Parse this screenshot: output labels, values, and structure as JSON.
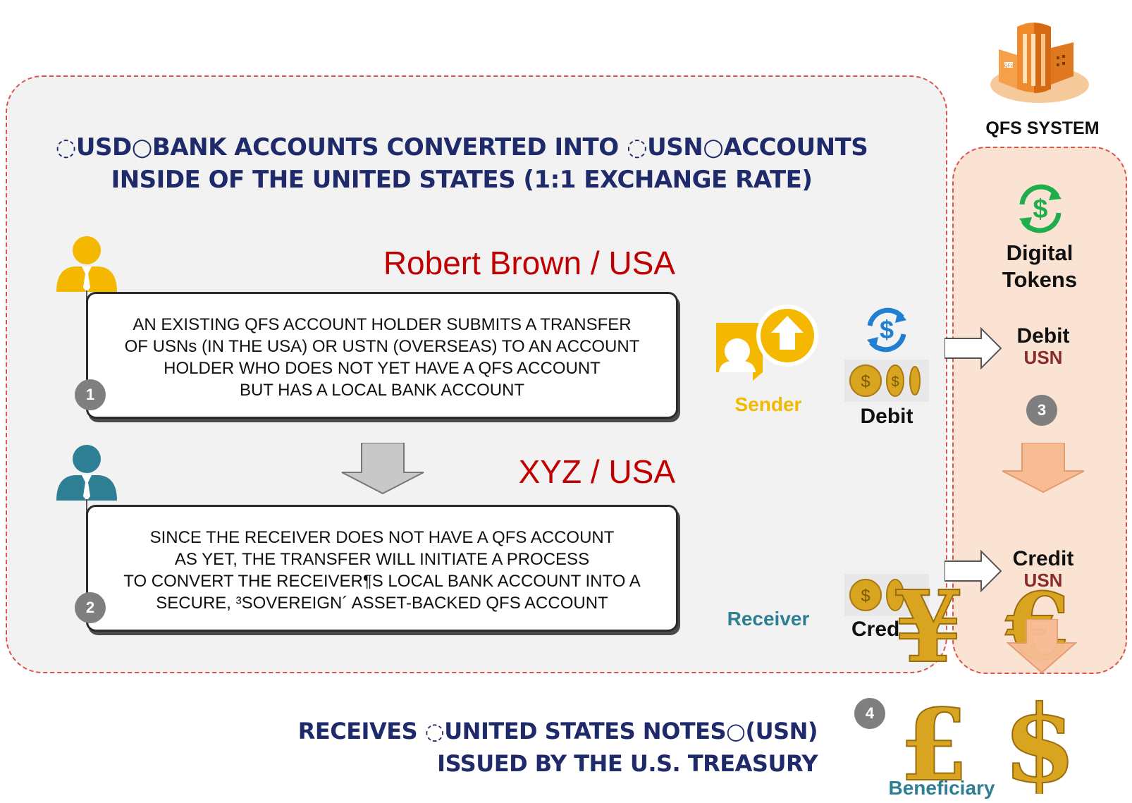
{
  "top_title": {
    "line1": "◌USD○BANK ACCOUNTS CONVERTED INTO ◌USN○ACCOUNTS",
    "line2": "INSIDE OF THE UNITED STATES (1:1 EXCHANGE RATE)"
  },
  "sender_name": "Robert Brown / USA",
  "receiver_name": "XYZ / USA",
  "step1": {
    "number": "1",
    "lines": [
      "AN EXISTING QFS ACCOUNT HOLDER SUBMITS A TRANSFER",
      "OF USNs (IN THE USA) OR USTN (OVERSEAS) TO AN ACCOUNT",
      "HOLDER WHO DOES NOT YET HAVE A QFS ACCOUNT",
      "BUT HAS A LOCAL BANK ACCOUNT"
    ]
  },
  "step2": {
    "number": "2",
    "lines": [
      "SINCE THE RECEIVER DOES NOT HAVE A QFS ACCOUNT",
      "AS YET, THE TRANSFER WILL INITIATE A PROCESS",
      "TO CONVERT THE RECEIVER¶S LOCAL BANK ACCOUNT INTO A",
      "SECURE, ³SOVEREIGN´ ASSET-BACKED QFS ACCOUNT"
    ]
  },
  "step3": {
    "number": "3"
  },
  "step4": {
    "number": "4"
  },
  "labels": {
    "sender": "Sender",
    "receiver": "Receiver",
    "debit": "Debit",
    "credit": "Cred",
    "beneficiary": "Beneficiary"
  },
  "qfs": {
    "system_label": "QFS SYSTEM",
    "tokens_line1": "Digital",
    "tokens_line2": "Tokens",
    "debit": "Debit",
    "debit_currency": "USN",
    "credit": "Credit",
    "credit_currency": "USN"
  },
  "bottom_title": {
    "line1": "RECEIVES ◌UNITED STATES NOTES○(USN)",
    "line2": "ISSUED BY THE U.S. TREASURY"
  },
  "colors": {
    "title_navy": "#1f2a6b",
    "name_red": "#c00000",
    "sender_yellow": "#f5b800",
    "receiver_teal": "#2f7f94",
    "usn_red": "#8b2a2a",
    "token_green": "#1fae4b",
    "exchange_blue": "#1f7fd0",
    "gold": "#d9a520"
  },
  "icons": [
    "person-yellow-icon",
    "person-teal-icon",
    "upload-bubble-icon",
    "dollar-exchange-icon",
    "gold-coin-icon",
    "building-icon",
    "yen-icon",
    "euro-icon",
    "pound-icon",
    "dollar-icon"
  ]
}
